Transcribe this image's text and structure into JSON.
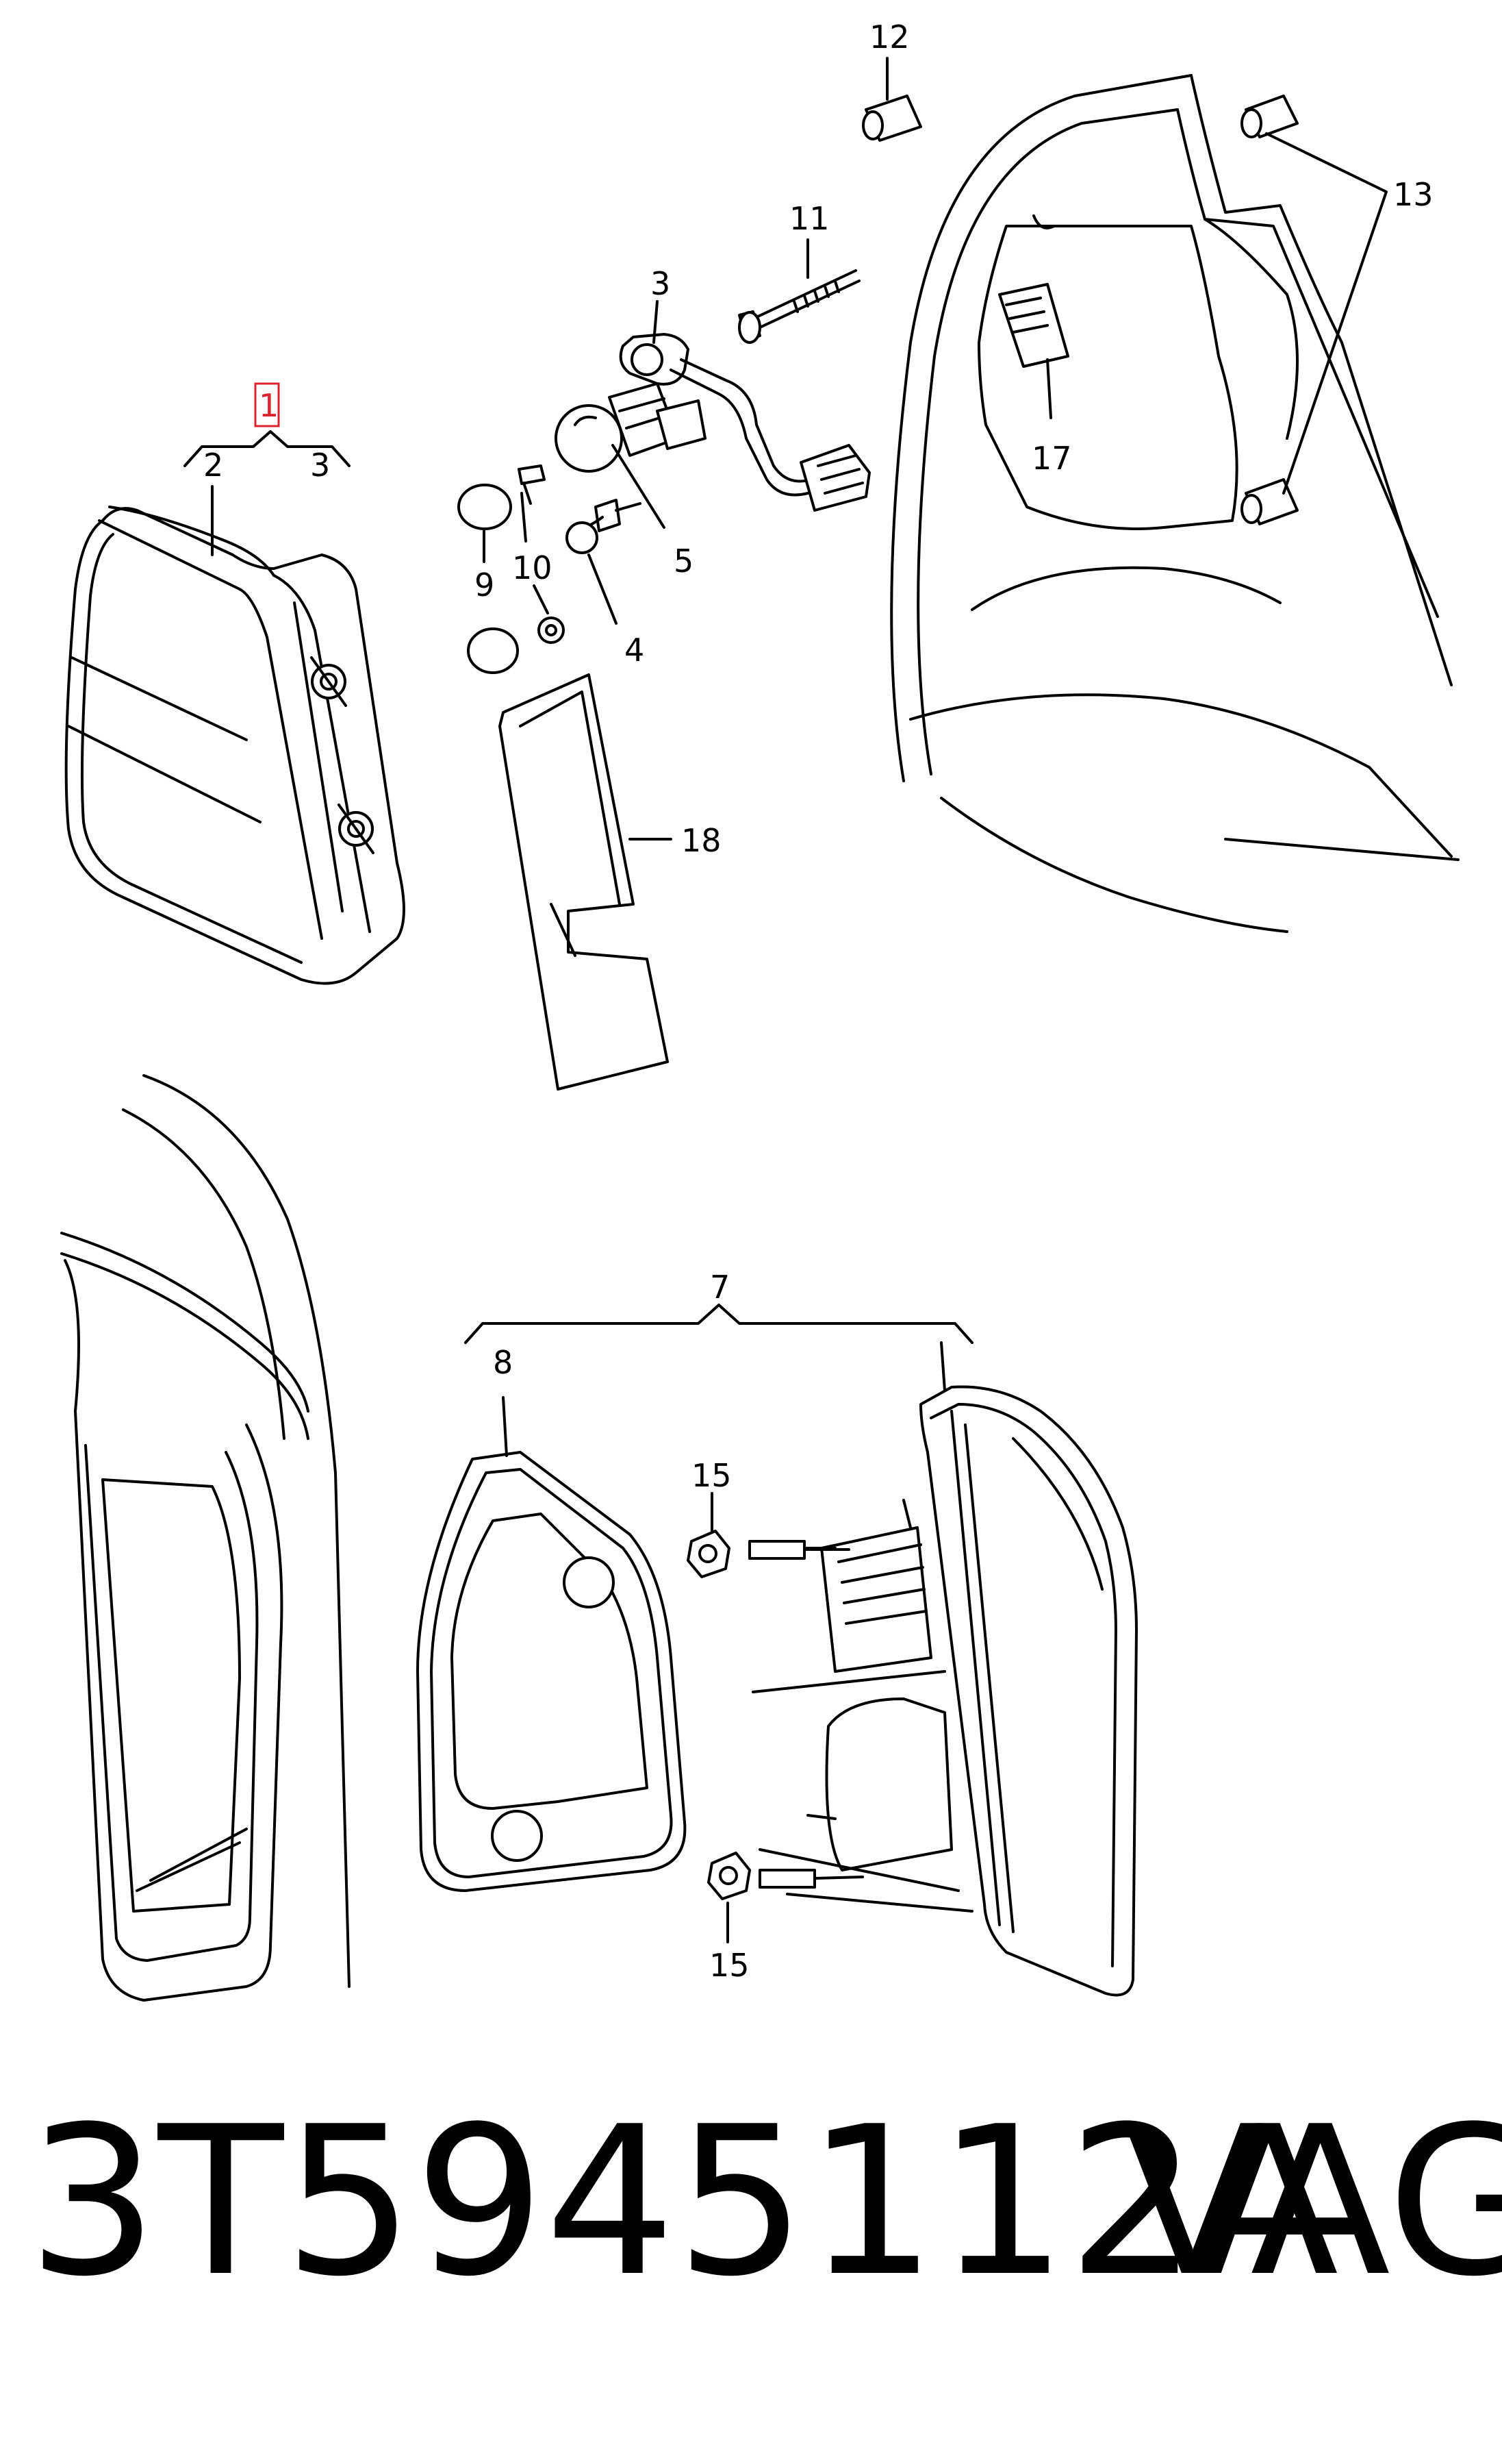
{
  "callouts": {
    "c1": "1",
    "c2": "2",
    "c3a": "3",
    "c3b": "3",
    "c4": "4",
    "c5": "5",
    "c7": "7",
    "c8": "8",
    "c9": "9",
    "c10": "10",
    "c11": "11",
    "c12": "12",
    "c13": "13",
    "c15a": "15",
    "c15b": "15",
    "c17": "17",
    "c18": "18"
  },
  "highlight_color": "#d9232e",
  "footer": {
    "part_number": "3T5945112A",
    "brand": "VAG"
  }
}
